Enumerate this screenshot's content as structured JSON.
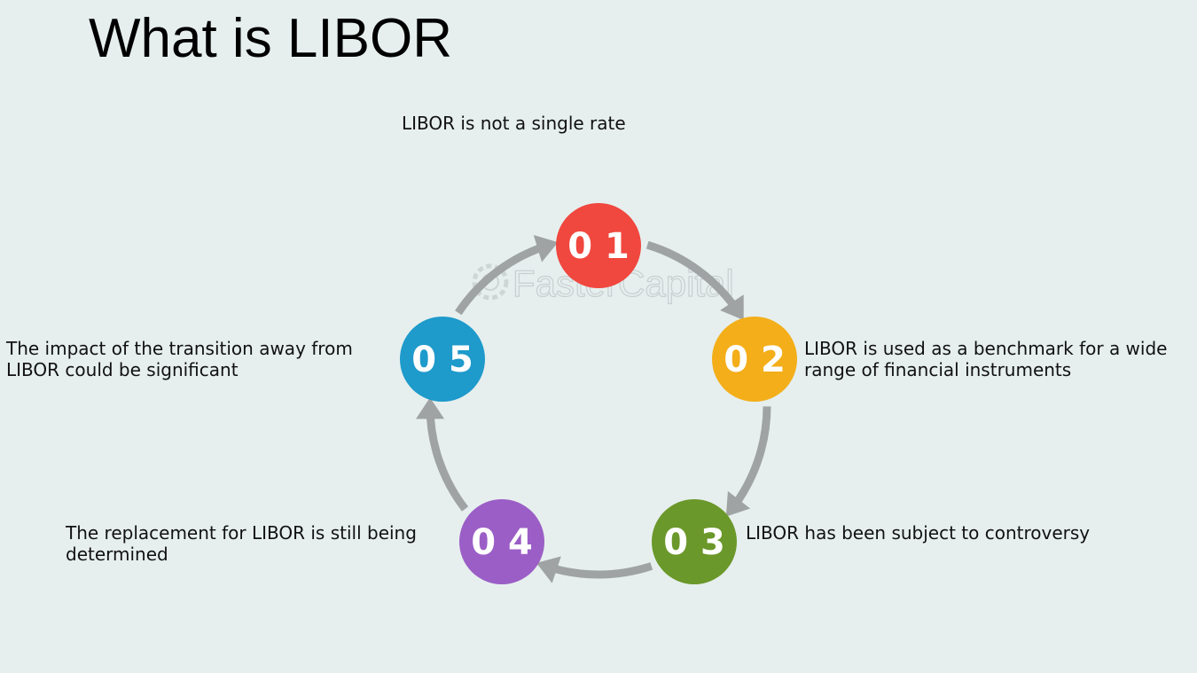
{
  "title": "What is LIBOR",
  "watermark": "FasterCapital",
  "steps": [
    {
      "number": "0 1",
      "text": "LIBOR is not a single rate",
      "color": "#f0473f"
    },
    {
      "number": "0 2",
      "text": "LIBOR is used as a benchmark for a wide range of financial instruments",
      "color": "#f3ae1a"
    },
    {
      "number": "0 3",
      "text": "LIBOR has been subject to controversy",
      "color": "#6b982a"
    },
    {
      "number": "0 4",
      "text": "The replacement for LIBOR is still being determined",
      "color": "#9b5ec6"
    },
    {
      "number": "0 5",
      "text": "The impact of the transition away from LIBOR could be significant",
      "color": "#1e9acb"
    }
  ],
  "arrow_color": "#9fa3a4"
}
